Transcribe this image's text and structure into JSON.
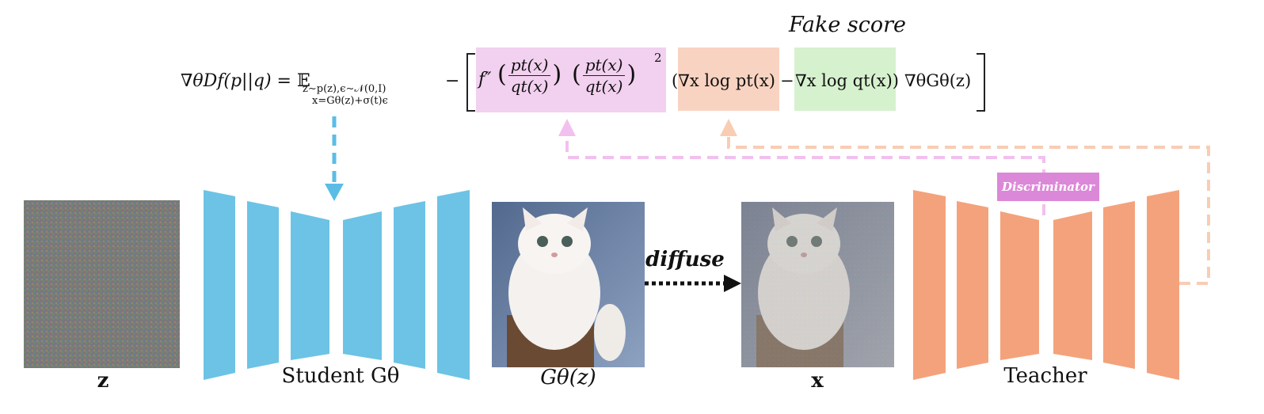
{
  "title_top": "Fake score",
  "equation": {
    "lhs": "∇θDf(p||q) = ",
    "expect": "𝔼",
    "expect_sub1": "z∼p(z),ϵ∼𝒩(0,I)",
    "expect_sub2": "x=Gθ(z)+σ(t)ϵ",
    "minus": "−",
    "fpp": "f″",
    "ratio_num": "pt(x)",
    "ratio_den": "qt(x)",
    "sq": "2",
    "real_score": "(∇x log pt(x)",
    "dash": "−",
    "fake_score": "∇x log qt(x))",
    "tail": "∇θGθ(z)"
  },
  "labels": {
    "z": "z",
    "student": "Student Gθ",
    "g_of_z": "Gθ(z)",
    "diffuse": "diffuse",
    "x": "x",
    "teacher": "Teacher",
    "discriminator": "Discriminator"
  },
  "colors": {
    "student_blue": "#6cc3e5",
    "teacher_orange": "#f4a27b",
    "pink_box": "#f2d0ef",
    "peach_box": "#f9d3c1",
    "green_box": "#d6f1ce",
    "disc_pink": "#dc88d8"
  }
}
